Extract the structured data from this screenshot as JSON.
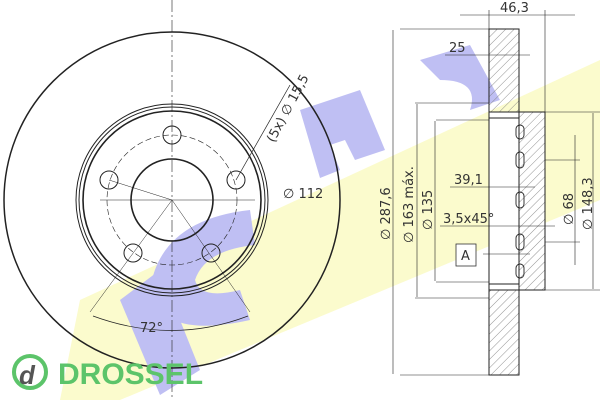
{
  "drawing": {
    "front_view": {
      "bolt_hole_label": "(5x) ∅ 15,5",
      "pcd_label": "∅ 112",
      "angle_label": "72°"
    },
    "side_view": {
      "overall_thickness": "46,3",
      "disc_thickness": "25",
      "outer_diameter": "∅ 287,6",
      "max_diameter": "∅ 163 máx.",
      "diameter_135": "∅ 135",
      "offset": "39,1",
      "chamfer": "3,5x45°",
      "datum": "A",
      "center_bore": "∅ 68",
      "hub_diameter": "∅ 148,3"
    },
    "watermark": "ICER",
    "logo": {
      "text": "DROSSEL",
      "color": "#5cc46a"
    },
    "colors": {
      "watermark_blue": "#b9b9f2",
      "watermark_yellow": "#fbfbc8",
      "line": "#222222"
    }
  }
}
